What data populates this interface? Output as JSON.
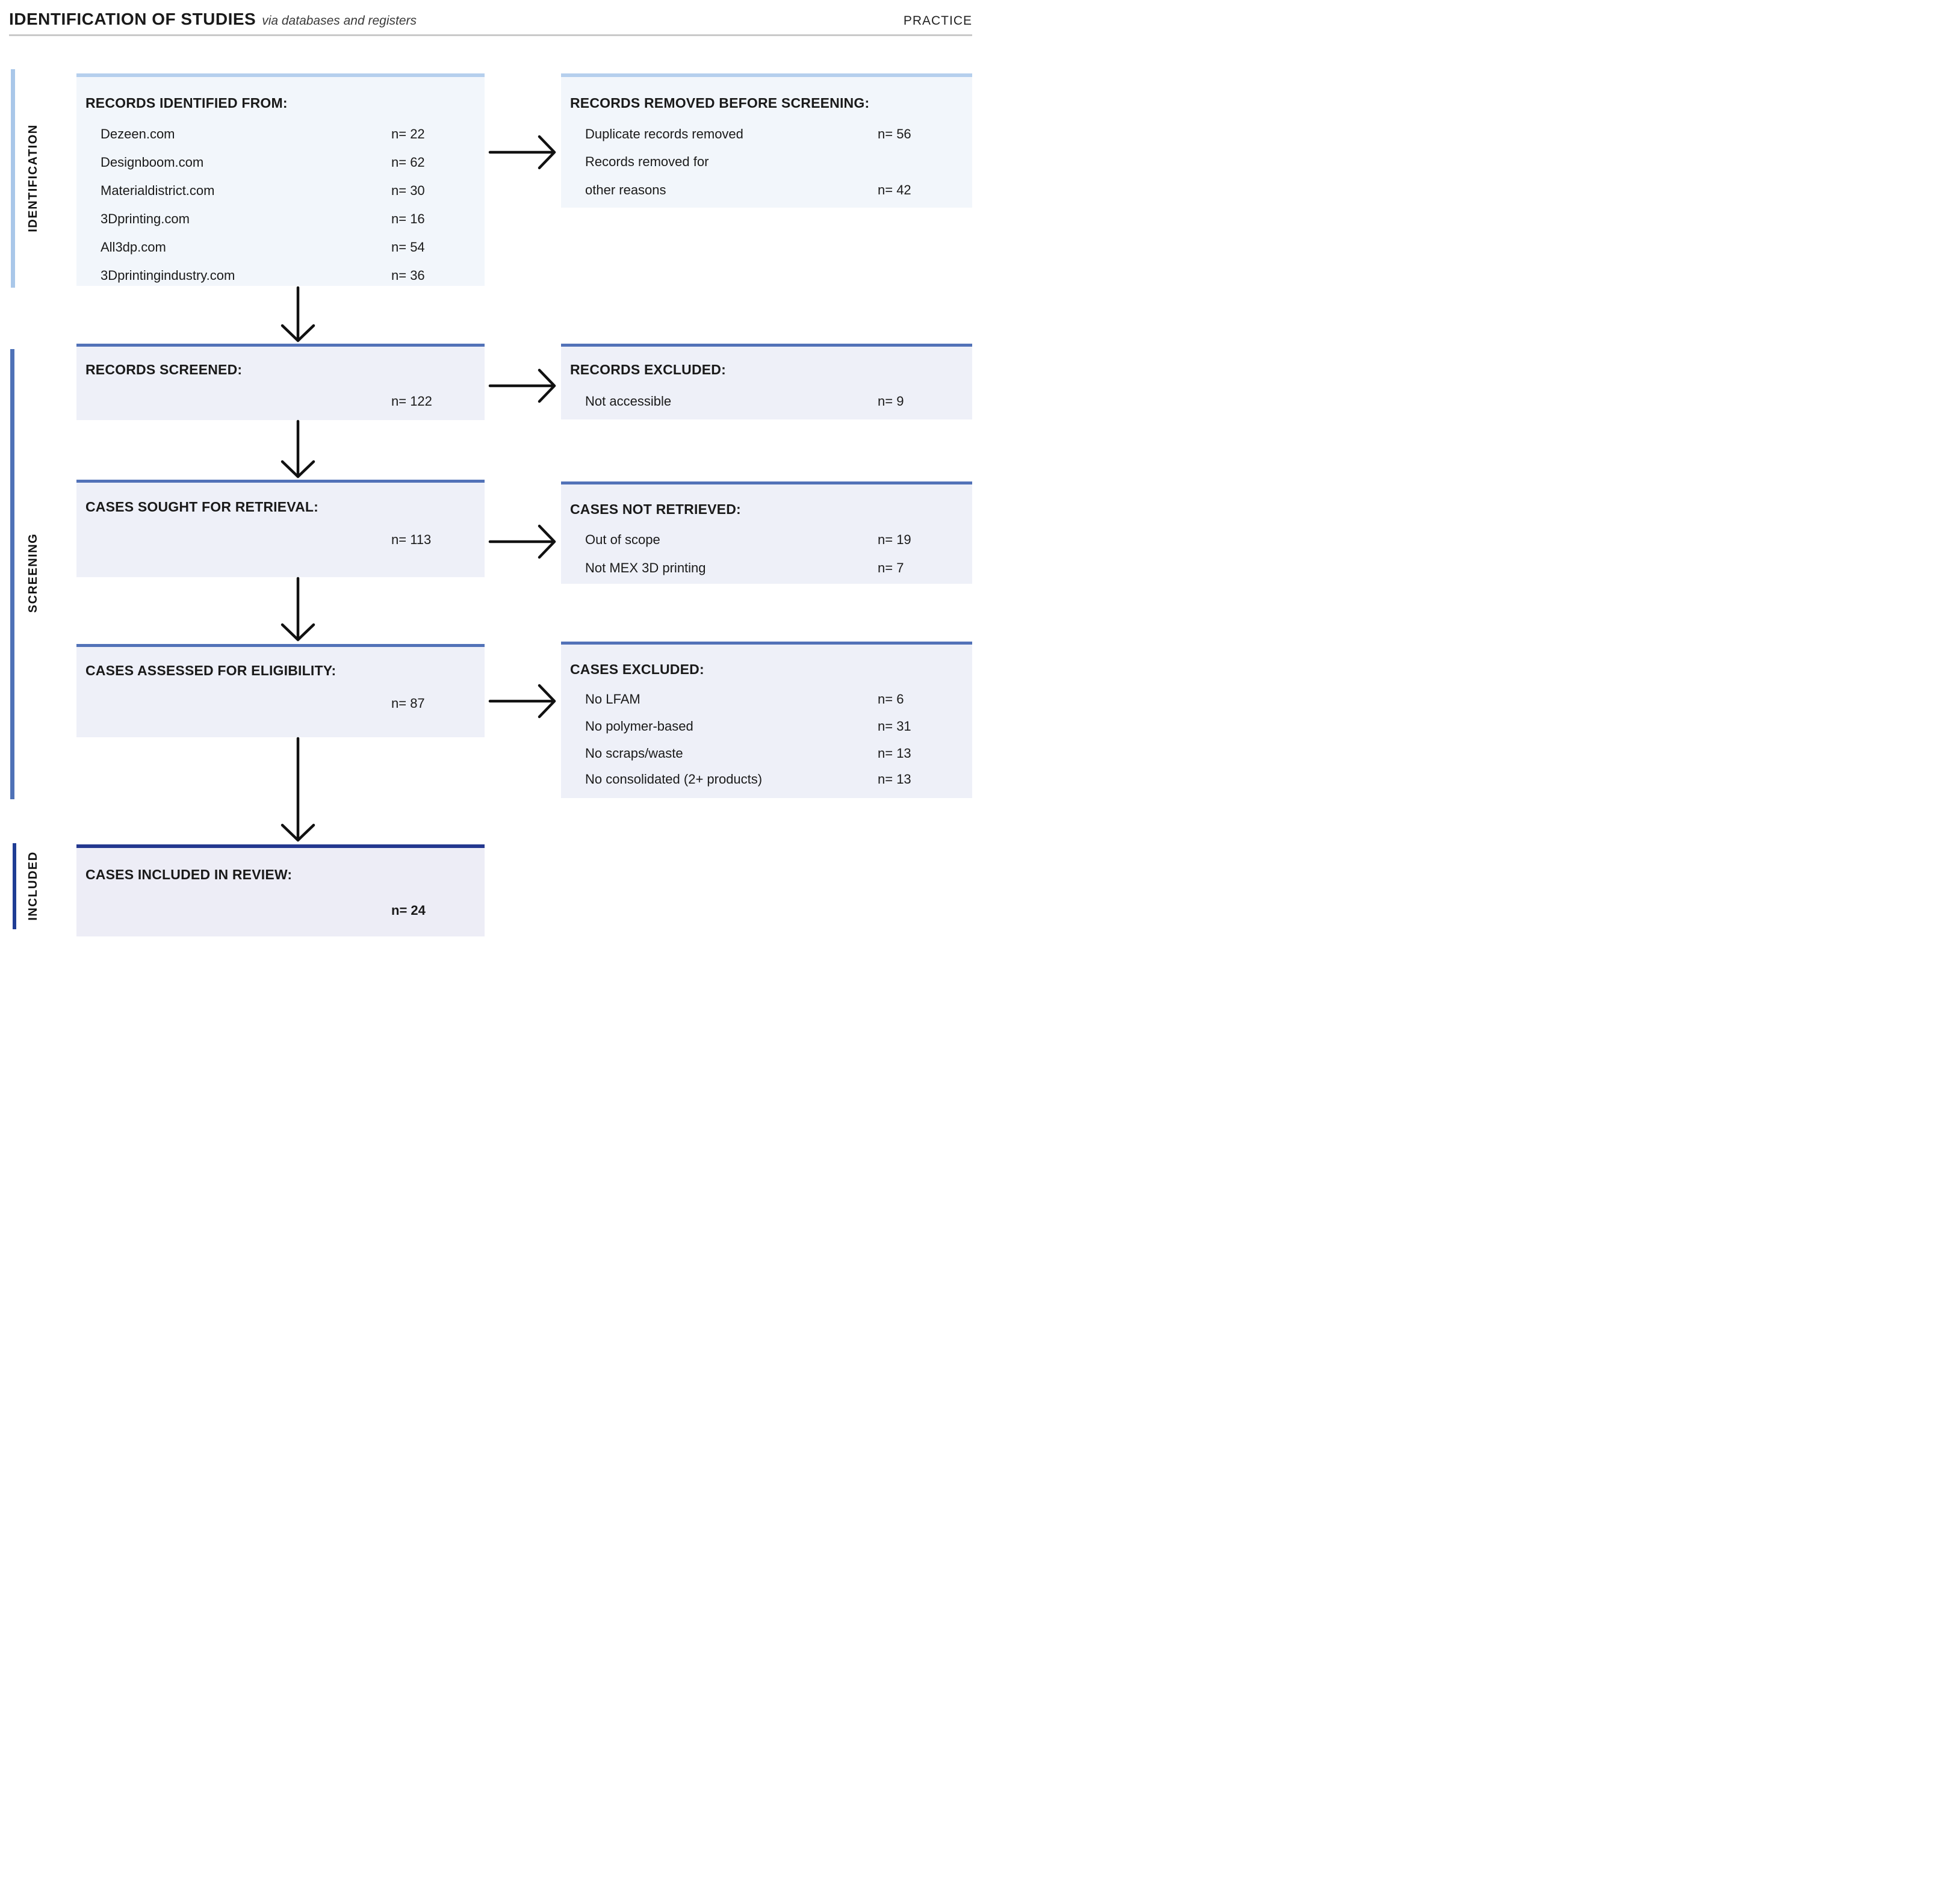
{
  "header": {
    "title": "IDENTIFICATION OF STUDIES",
    "subtitle": "via databases and registers",
    "corner_label": "PRACTICE"
  },
  "colors": {
    "identification_accent": "#b5cfed",
    "identification_fill": "#f2f6fb",
    "screening_accent": "#5272b8",
    "screening_fill": "#eef0f8",
    "included_accent": "#24388f",
    "included_fill": "#ededf6",
    "arrow": "#111111",
    "divider": "#c9c9c9"
  },
  "sidebar": {
    "stages": [
      {
        "label": "IDENTIFICATION"
      },
      {
        "label": "SCREENING"
      },
      {
        "label": "INCLUDED"
      }
    ]
  },
  "boxes": {
    "records_identified": {
      "title": "RECORDS IDENTIFIED FROM:",
      "items": [
        {
          "label": "Dezeen.com",
          "value": "n= 22"
        },
        {
          "label": "Designboom.com",
          "value": "n= 62"
        },
        {
          "label": "Materialdistrict.com",
          "value": "n= 30"
        },
        {
          "label": "3Dprinting.com",
          "value": "n= 16"
        },
        {
          "label": "All3dp.com",
          "value": "n= 54"
        },
        {
          "label": "3Dprintingindustry.com",
          "value": "n= 36"
        }
      ]
    },
    "records_removed": {
      "title": "RECORDS REMOVED BEFORE SCREENING:",
      "items": [
        {
          "label": "Duplicate records removed",
          "value": "n= 56"
        },
        {
          "label": "Records removed for",
          "value": ""
        },
        {
          "label": "other reasons",
          "value": "n= 42"
        }
      ]
    },
    "records_screened": {
      "title": "RECORDS SCREENED:",
      "value": "n= 122"
    },
    "records_excluded": {
      "title": "RECORDS EXCLUDED:",
      "items": [
        {
          "label": "Not accessible",
          "value": "n= 9"
        }
      ]
    },
    "cases_sought": {
      "title": "CASES SOUGHT FOR RETRIEVAL:",
      "value": "n= 113"
    },
    "cases_not_retrieved": {
      "title": "CASES NOT RETRIEVED:",
      "items": [
        {
          "label": "Out of scope",
          "value": "n= 19"
        },
        {
          "label": "Not MEX 3D printing",
          "value": "n= 7"
        }
      ]
    },
    "cases_assessed": {
      "title": "CASES ASSESSED FOR ELIGIBILITY:",
      "value": "n= 87"
    },
    "cases_excluded": {
      "title": "CASES EXCLUDED:",
      "items": [
        {
          "label": "No LFAM",
          "value": "n= 6"
        },
        {
          "label": "No polymer-based",
          "value": "n= 31"
        },
        {
          "label": "No scraps/waste",
          "value": "n= 13"
        },
        {
          "label": "No consolidated (2+ products)",
          "value": "n= 13"
        }
      ]
    },
    "cases_included": {
      "title": "CASES INCLUDED IN REVIEW:",
      "value": "n= 24"
    }
  }
}
